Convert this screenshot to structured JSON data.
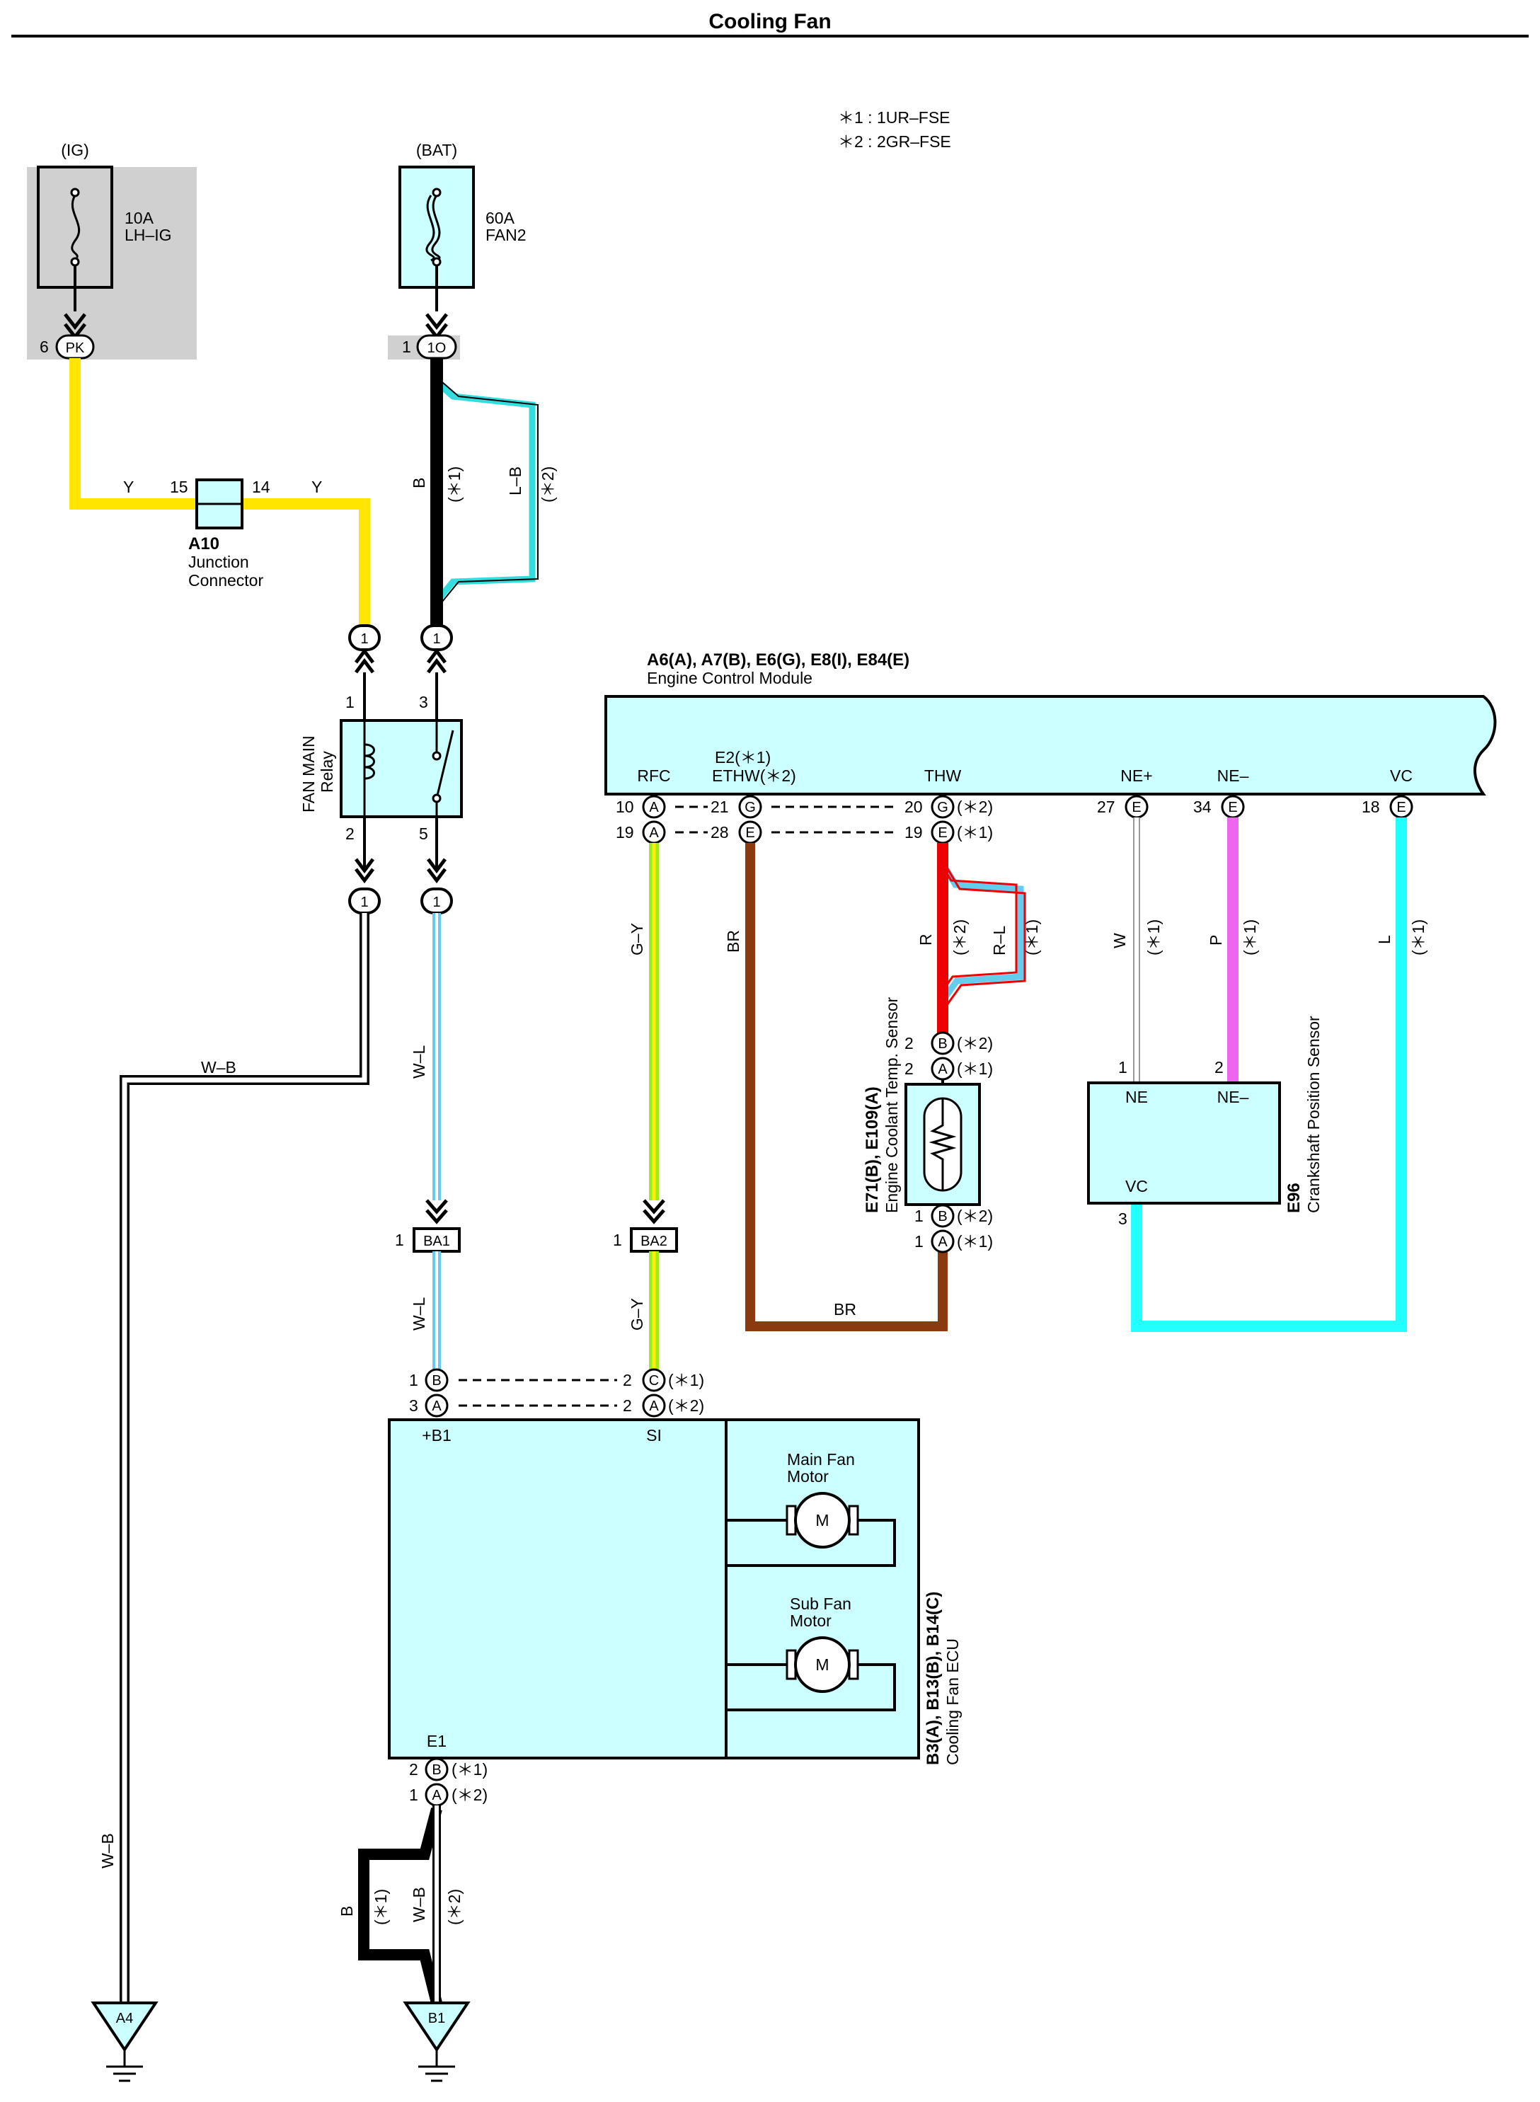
{
  "title": "Cooling Fan",
  "legend": {
    "note1": "＊1 : 1UR–FSE",
    "note2": "＊2 : 2GR–FSE"
  },
  "fuse_ig": {
    "header": "(IG)",
    "rating": "10A",
    "name": "LH–IG",
    "pin": "6",
    "conn": "PK"
  },
  "fuse_bat": {
    "header": "(BAT)",
    "rating": "60A",
    "name": "FAN2",
    "pin": "1",
    "conn": "1O"
  },
  "junction": {
    "code": "A10",
    "name1": "Junction",
    "name2": "Connector",
    "pin_in": "15",
    "pin_out": "14",
    "wire_in": "Y",
    "wire_out": "Y"
  },
  "wires": {
    "y": "Y",
    "b": "B",
    "lb": "L–B",
    "s1": "(＊1)",
    "s2": "(＊2)",
    "wb": "W–B",
    "wl": "W–L",
    "gy": "G–Y",
    "br": "BR",
    "r": "R",
    "rl": "R–L",
    "w": "W",
    "p": "P",
    "l": "L"
  },
  "splice": {
    "one": "1"
  },
  "relay": {
    "name1": "FAN MAIN",
    "name2": "Relay",
    "p1": "1",
    "p2": "2",
    "p3": "3",
    "p5": "5"
  },
  "ecm": {
    "codes": "A6(A), A7(B), E6(G), E8(I), E84(E)",
    "name": "Engine Control Module",
    "rfc": "RFC",
    "e2": "E2(＊1)",
    "ethw": "ETHW(＊2)",
    "thw": "THW",
    "nep": "NE+",
    "nem": "NE–",
    "vc": "VC",
    "p10": "10",
    "p19": "19",
    "p21": "21",
    "p28": "28",
    "p20": "20",
    "p19b": "19",
    "p27": "27",
    "p34": "34",
    "p18": "18"
  },
  "sensor": {
    "codes": "E71(B), E109(A)",
    "name": "Engine Coolant Temp. Sensor",
    "p2": "2",
    "p1": "1"
  },
  "crank": {
    "code": "E96",
    "name": "Crankshaft Position Sensor",
    "ne": "NE",
    "nem": "NE–",
    "vc": "VC",
    "p1": "1",
    "p2": "2",
    "p3": "3"
  },
  "ba1": {
    "label": "BA1",
    "pin": "1"
  },
  "ba2": {
    "label": "BA2",
    "pin": "1"
  },
  "fan_ecu": {
    "codes": "B3(A), B13(B), B14(C)",
    "name": "Cooling Fan ECU",
    "b1": "+B1",
    "si": "SI",
    "e1": "E1",
    "main_motor1": "Main Fan",
    "main_motor2": "Motor",
    "sub_motor1": "Sub Fan",
    "sub_motor2": "Motor",
    "m": "M",
    "p1": "1",
    "p2": "2",
    "p3": "3"
  },
  "grounds": {
    "a4": "A4",
    "b1": "B1"
  },
  "conn_letters": {
    "a": "A",
    "b": "B",
    "c": "C",
    "e": "E",
    "g": "G"
  }
}
